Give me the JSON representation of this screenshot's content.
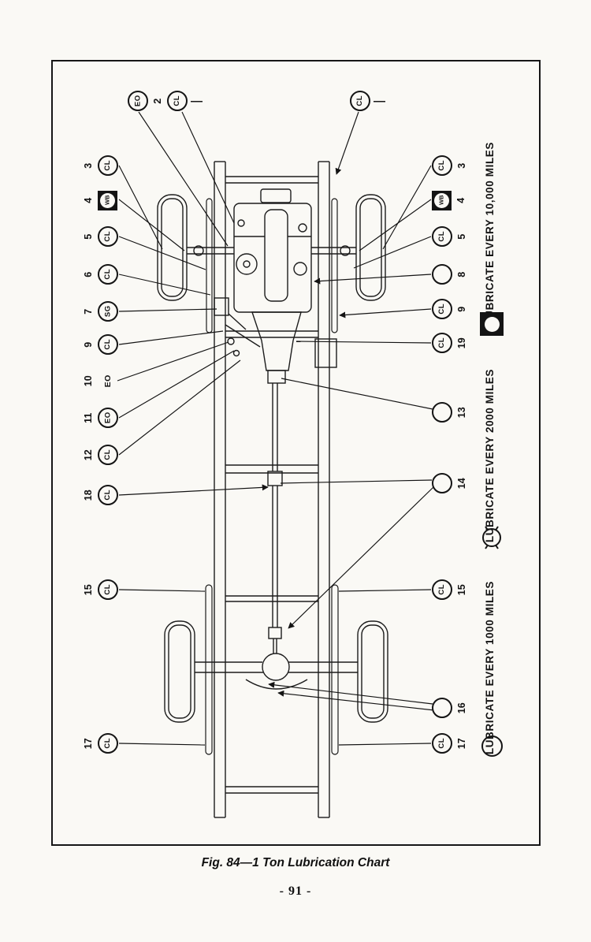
{
  "figure": {
    "caption": "Fig. 84—1 Ton Lubrication Chart",
    "page_number": "- 91 -"
  },
  "legend": {
    "items": [
      {
        "label": "LUBRICATE EVERY 10,000 MILES",
        "icon": "black-square-white-circle-icon"
      },
      {
        "label": "LUBRICATE EVERY 2000 MILES",
        "icon": "ticked-circle-icon"
      },
      {
        "label": "LUBRICATE EVERY 1000 MILES",
        "icon": "plain-circle-icon"
      }
    ]
  },
  "top_callouts": [
    {
      "number": "2",
      "code": "EO",
      "shape": "circle",
      "suffix": ""
    },
    {
      "number": "",
      "code": "CL",
      "shape": "circle",
      "suffix": "—"
    },
    {
      "number": "",
      "code": "CL",
      "shape": "circle",
      "suffix": "—"
    }
  ],
  "left_callouts": [
    {
      "number": "3",
      "code": "CL",
      "shape": "circle"
    },
    {
      "number": "4",
      "code": "WB",
      "shape": "square"
    },
    {
      "number": "5",
      "code": "CL",
      "shape": "circle"
    },
    {
      "number": "6",
      "code": "CL",
      "shape": "circle"
    },
    {
      "number": "7",
      "code": "SG",
      "shape": "circle"
    },
    {
      "number": "9",
      "code": "CL",
      "shape": "circle"
    },
    {
      "number": "10",
      "code": "EO",
      "shape": "plain"
    },
    {
      "number": "11",
      "code": "EO",
      "shape": "circle"
    },
    {
      "number": "12",
      "code": "CL",
      "shape": "circle"
    },
    {
      "number": "18",
      "code": "CL",
      "shape": "circle"
    },
    {
      "number": "15",
      "code": "CL",
      "shape": "circle"
    },
    {
      "number": "17",
      "code": "CL",
      "shape": "circle"
    }
  ],
  "right_callouts": [
    {
      "number": "3",
      "code": "CL",
      "shape": "circle"
    },
    {
      "number": "4",
      "code": "WB",
      "shape": "square"
    },
    {
      "number": "5",
      "code": "CL",
      "shape": "circle"
    },
    {
      "number": "8",
      "code": "",
      "shape": "circle"
    },
    {
      "number": "9",
      "code": "CL",
      "shape": "circle"
    },
    {
      "number": "19",
      "code": "CL",
      "shape": "circle"
    },
    {
      "number": "13",
      "code": "",
      "shape": "circle"
    },
    {
      "number": "14",
      "code": "",
      "shape": "circle"
    },
    {
      "number": "15",
      "code": "CL",
      "shape": "circle"
    },
    {
      "number": "16",
      "code": "",
      "shape": "circle"
    },
    {
      "number": "17",
      "code": "CL",
      "shape": "circle"
    }
  ]
}
